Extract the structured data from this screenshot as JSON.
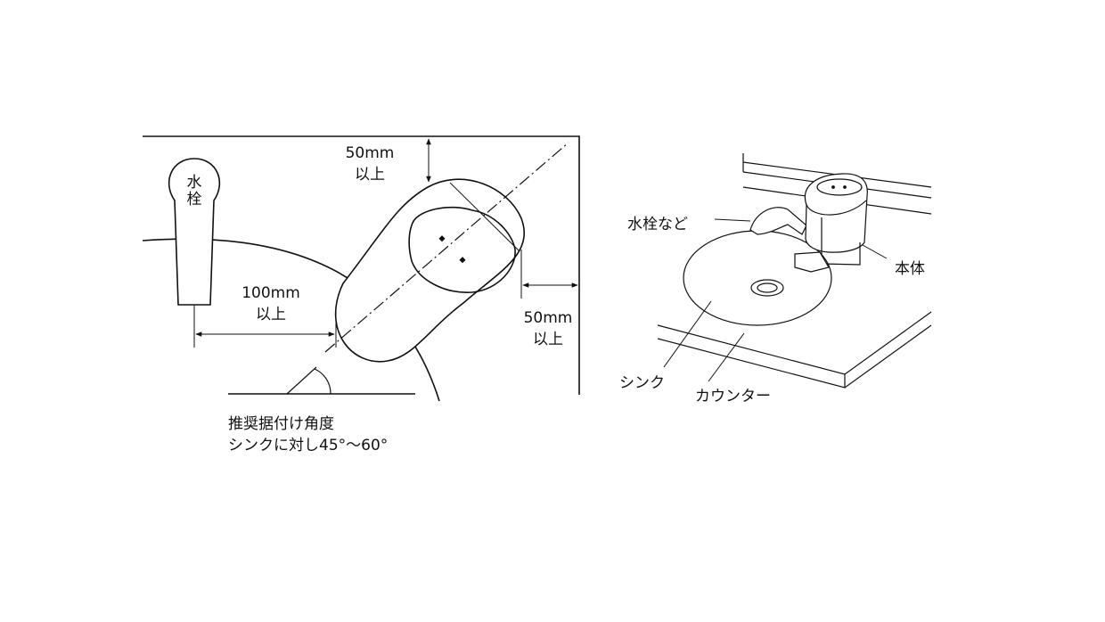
{
  "left_diagram": {
    "faucet_label_top": "水",
    "faucet_label_bottom": "栓",
    "clearance_top_value": "50mm",
    "clearance_top_suffix": "以上",
    "clearance_left_value": "100mm",
    "clearance_left_suffix": "以上",
    "clearance_right_value": "50mm",
    "clearance_right_suffix": "以上",
    "angle_note_line1": "推奨据付け角度",
    "angle_note_line2": "シンクに対し45°〜60°"
  },
  "right_diagram": {
    "faucet_label": "水栓など",
    "unit_label": "本体",
    "sink_label": "シンク",
    "counter_label": "カウンター"
  }
}
